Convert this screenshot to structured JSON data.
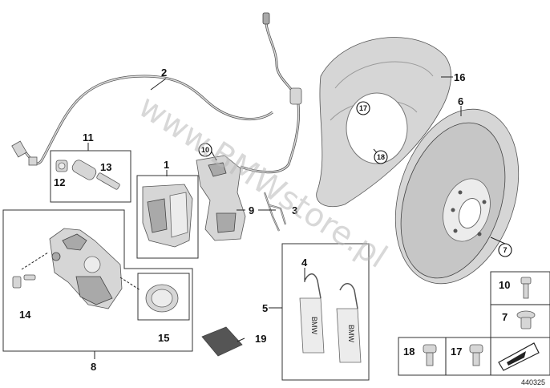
{
  "labels": {
    "l1": "1",
    "l2": "2",
    "l3": "3",
    "l4": "4",
    "l5": "5",
    "l6": "6",
    "l7": "7",
    "l8": "8",
    "l9": "9",
    "l10": "10",
    "l11": "11",
    "l12": "12",
    "l13": "13",
    "l14": "14",
    "l15": "15",
    "l16": "16",
    "l19": "19"
  },
  "circled": {
    "c10": "10",
    "c17": "17",
    "c18": "18",
    "c7": "7"
  },
  "legend": {
    "n10": "10",
    "n7": "7",
    "n18": "18",
    "n17": "17"
  },
  "pad_text": "BMW",
  "watermark": "www.BMWstore.pl",
  "diagram_id": "440325",
  "colors": {
    "part": "#d6d6d6",
    "dark": "#a9a9a9",
    "line": "#222222"
  }
}
